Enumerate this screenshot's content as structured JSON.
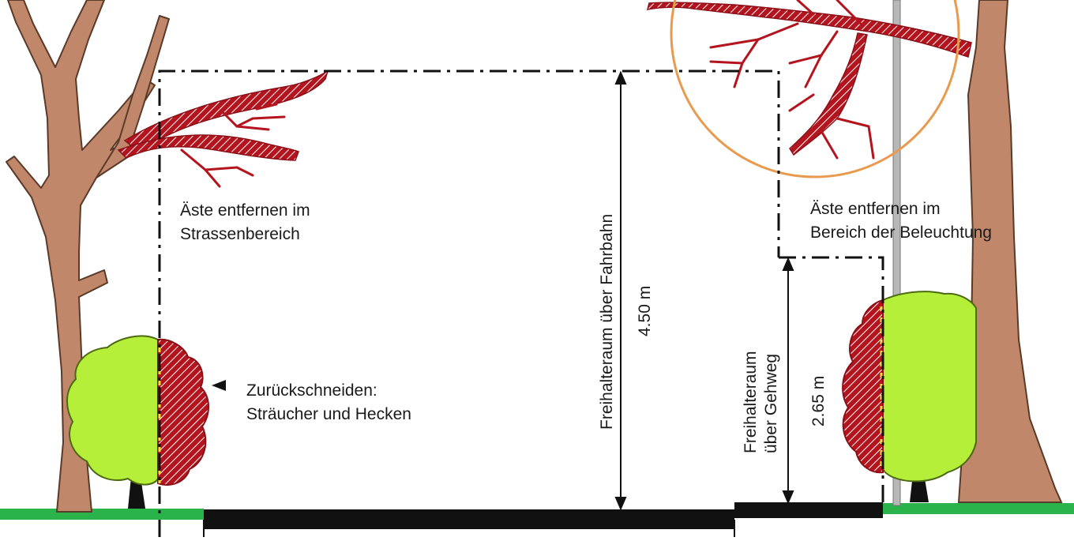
{
  "labels": {
    "road_branches_line1": "Äste entfernen im",
    "road_branches_line2": "Strassenbereich",
    "light_branches_line1": "Äste entfernen im",
    "light_branches_line2": "Bereich der Beleuchtung",
    "shrubs_line1": "Zurückschneiden:",
    "shrubs_line2": "Sträucher und Hecken",
    "road_clearance_title": "Freihalteraum über Fahrbahn",
    "road_clearance_value": "4.50 m",
    "walk_clearance_line1": "Freihalteraum",
    "walk_clearance_line2": "über Gehweg",
    "walk_clearance_value": "2.65 m"
  },
  "colors": {
    "trunk": "#c0876b",
    "trunk_outline": "#5a3a28",
    "cut_branch": "#b3141e",
    "shrub": "#b6ef3a",
    "shrub_cut": "#b3141e",
    "ground": "#29b34a",
    "road": "#111111",
    "light_circle": "#e89a4e",
    "lamp_pole": "#9a9a9a"
  },
  "icons": [
    "tree-left",
    "tree-right",
    "shrub-left",
    "shrub-right",
    "light-pole",
    "pointer-arrow"
  ]
}
